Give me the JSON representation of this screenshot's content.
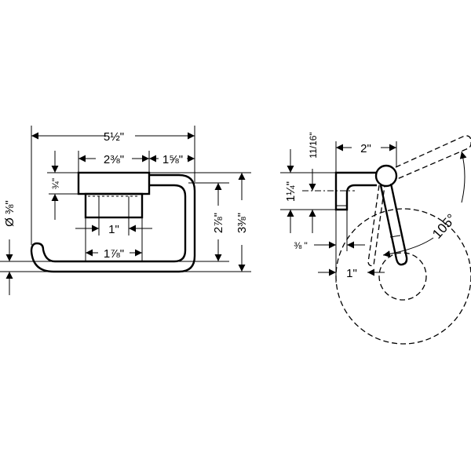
{
  "title": "Toilet paper holder dimension drawing",
  "front_view": {
    "overall_width": "5½\"",
    "base_width": "2⅜\"",
    "ring_offset": "1⅝\"",
    "base_height": "¾\"",
    "mount_spacing": "1\"",
    "plate_width": "1⅞\"",
    "inner_height": "2⅞\"",
    "overall_height": "3⅜\"",
    "rod_diameter": "Ø ⅜\""
  },
  "side_view": {
    "projection": "2\"",
    "center_offset": "11/16\"",
    "bracket_height": "1¼\"",
    "bracket_thickness": "⅜ \"",
    "arm_clearance": "1\"",
    "rotation_angle": "105°"
  }
}
